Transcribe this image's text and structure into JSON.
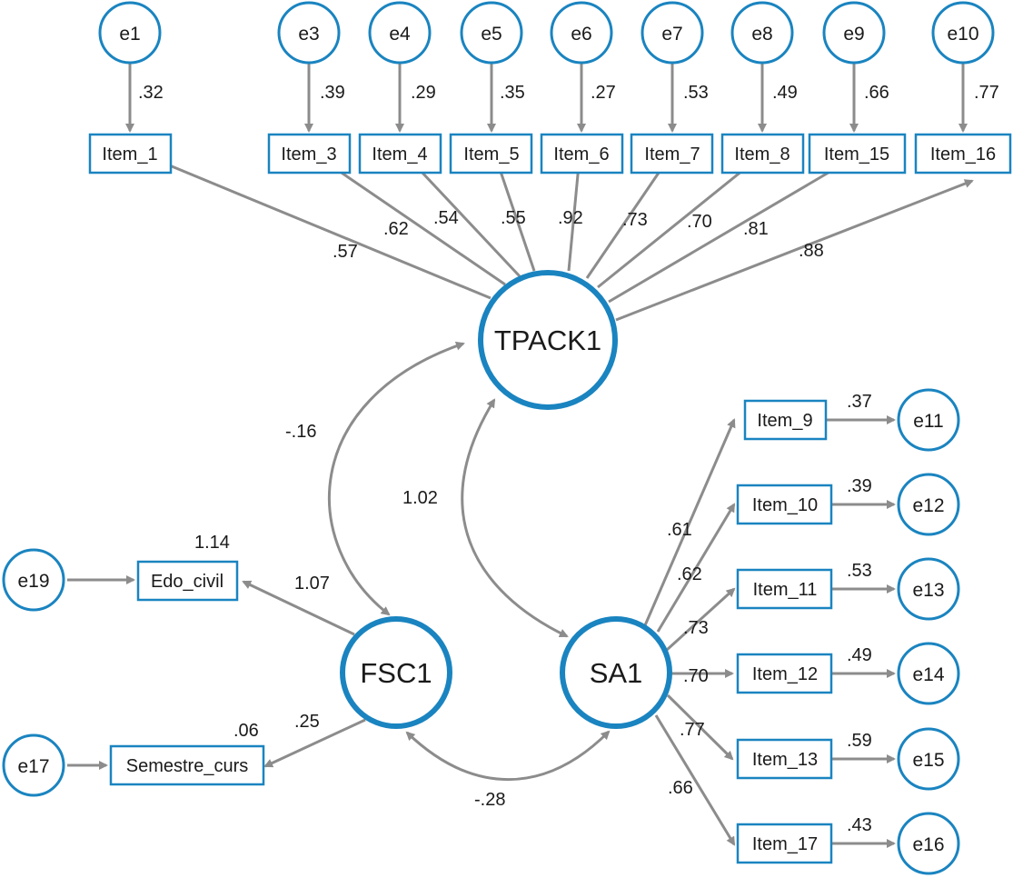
{
  "colors": {
    "node_stroke": "#1a84c0",
    "edge": "#8c8c8c",
    "text": "#1a1a1a"
  },
  "latents": {
    "tpack": "TPACK1",
    "fsc": "FSC1",
    "sa": "SA1"
  },
  "errors": {
    "e1": "e1",
    "e3": "e3",
    "e4": "e4",
    "e5": "e5",
    "e6": "e6",
    "e7": "e7",
    "e8": "e8",
    "e9": "e9",
    "e10": "e10",
    "e11": "e11",
    "e12": "e12",
    "e13": "e13",
    "e14": "e14",
    "e15": "e15",
    "e16": "e16",
    "e17": "e17",
    "e19": "e19"
  },
  "items": {
    "item_1": "Item_1",
    "item_3": "Item_3",
    "item_4": "Item_4",
    "item_5": "Item_5",
    "item_6": "Item_6",
    "item_7": "Item_7",
    "item_8": "Item_8",
    "item_15": "Item_15",
    "item_16": "Item_16",
    "item_9": "Item_9",
    "item_10": "Item_10",
    "item_11": "Item_11",
    "item_12": "Item_12",
    "item_13": "Item_13",
    "item_17": "Item_17",
    "edo_civil": "Edo_civil",
    "semestre_curs": "Semestre_curs"
  },
  "r_squared": {
    "item_1": ".32",
    "item_3": ".39",
    "item_4": ".29",
    "item_5": ".35",
    "item_6": ".27",
    "item_7": ".53",
    "item_8": ".49",
    "item_15": ".66",
    "item_16": ".77",
    "item_9": ".37",
    "item_10": ".39",
    "item_11": ".53",
    "item_12": ".49",
    "item_13": ".59",
    "item_17": ".43",
    "edo_civil": "1.14",
    "semestre_curs": ".06"
  },
  "loadings": {
    "item_1": ".57",
    "item_3": ".62",
    "item_4": ".54",
    "item_5": ".55",
    "item_6": ".92",
    "item_7": ".73",
    "item_8": ".70",
    "item_15": ".81",
    "item_16": ".88",
    "item_9": ".61",
    "item_10": ".62",
    "item_11": ".73",
    "item_12": ".70",
    "item_13": ".77",
    "item_17": ".66",
    "edo_civil": "1.07",
    "semestre_curs": ".25"
  },
  "correlations": {
    "tpack_fsc": "-.16",
    "tpack_sa": "1.02",
    "fsc_sa": "-.28"
  }
}
